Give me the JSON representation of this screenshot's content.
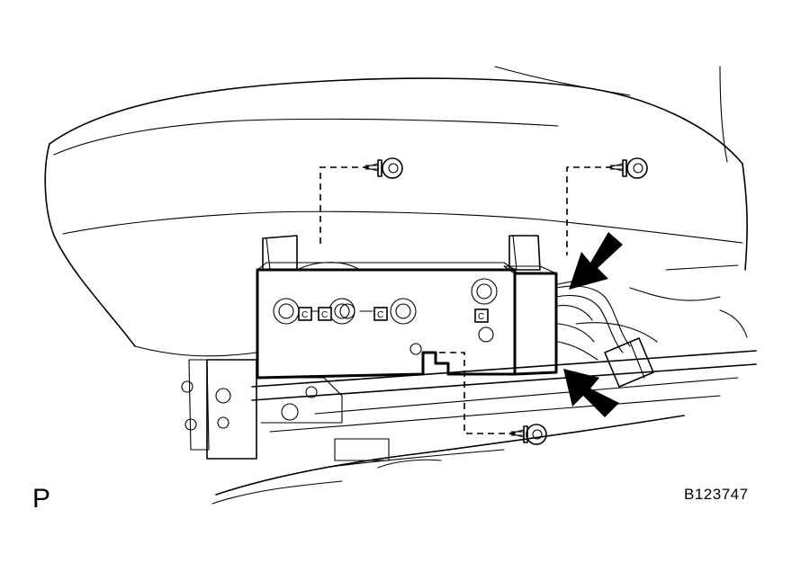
{
  "labels": {
    "view_letter": "P",
    "figure_id": "B123747",
    "clip_mark": "C"
  },
  "colors": {
    "ink": "#000000",
    "paper": "#ffffff"
  },
  "icons": [
    "bolt-icon",
    "arrow-icon",
    "clip-icon"
  ]
}
